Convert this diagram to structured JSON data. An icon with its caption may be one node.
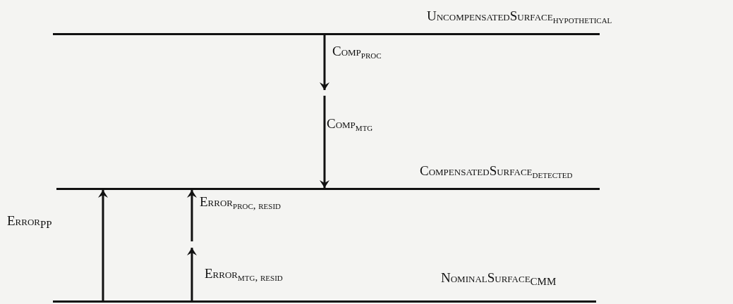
{
  "diagram": {
    "nodes": [
      {
        "text": [],
        "shape": "line",
        "beside": [
          "UncompensatedSurface$_{hypothetical}$"
        ]
      },
      {
        "text": [],
        "shape": "line",
        "beside": [
          "CompensatedSurface$_{detected}$"
        ]
      },
      {
        "text": [],
        "shape": "line",
        "beside": [
          "NominalSurface$_{CMM}$"
        ]
      }
    ],
    "edges": [
      {
        "from": 0,
        "to": null,
        "arrow": "to",
        "label": "Comp$_{proc}$"
      },
      {
        "from": null,
        "to": 1,
        "arrow": "to",
        "label": "Comp$_{mtg}$"
      },
      {
        "from": 2,
        "to": 1,
        "arrow": "to",
        "label": "Error$_{PP}$"
      },
      {
        "from": 2,
        "to": null,
        "arrow": "to",
        "label": "Error$_{mtg, resid}$"
      },
      {
        "from": null,
        "to": 1,
        "arrow": "to",
        "label": "Error$_{proc, resid}$"
      }
    ]
  }
}
